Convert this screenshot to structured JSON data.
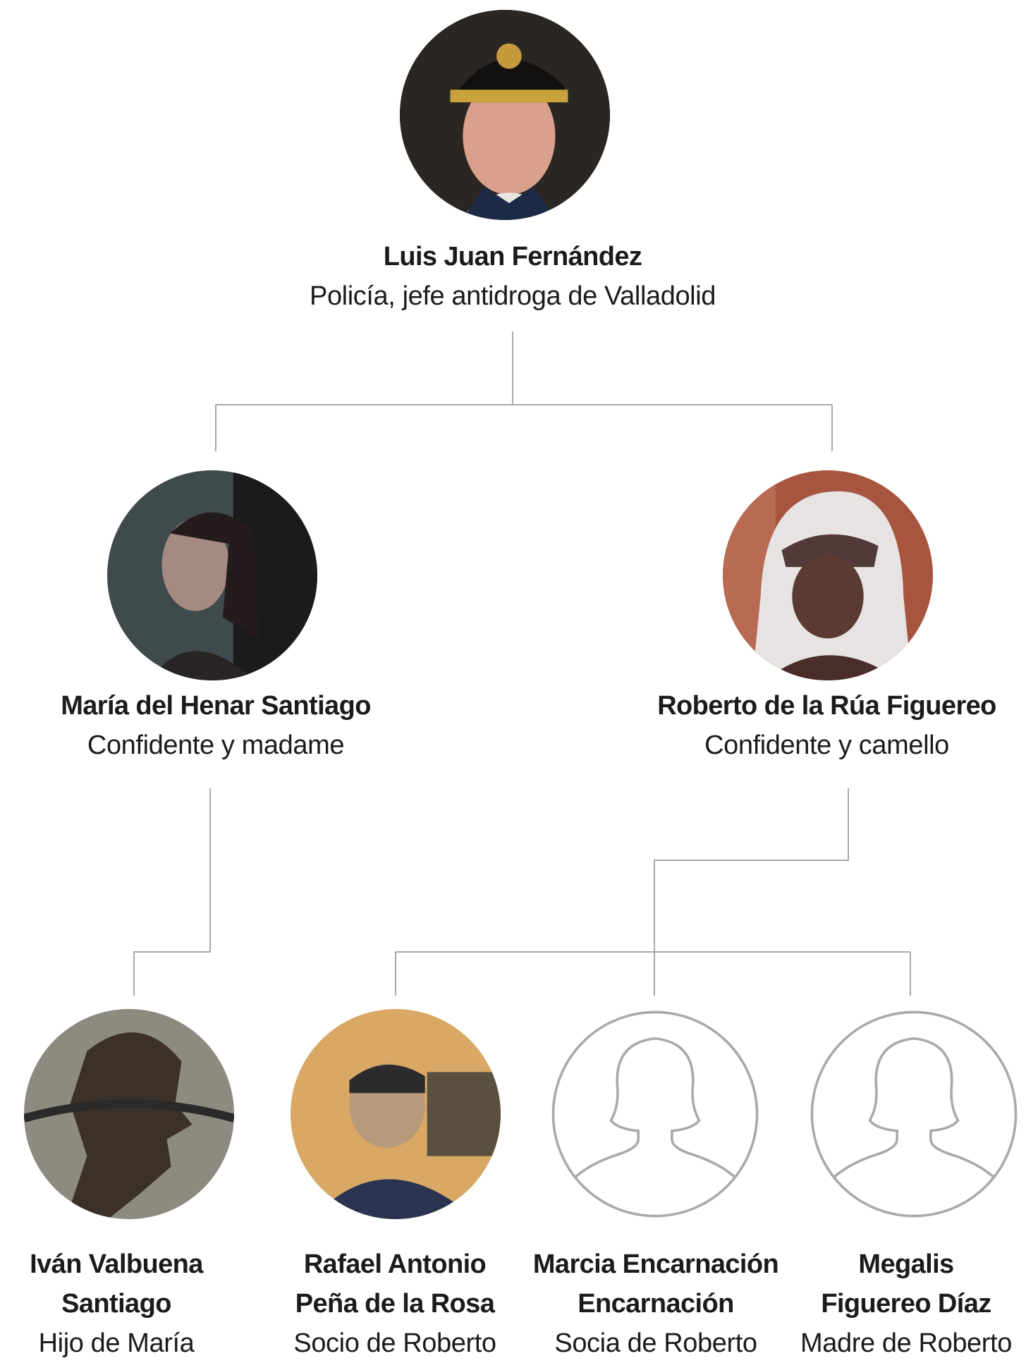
{
  "people": {
    "luis": {
      "name": "Luis Juan Fernández",
      "role": "Policía, jefe antidroga de Valladolid",
      "photo_icon": "police-officer-photo"
    },
    "maria": {
      "name": "María del Henar Santiago",
      "role": "Confidente y madame",
      "photo_icon": "woman-photo"
    },
    "roberto": {
      "name": "Roberto de la Rúa Figuereo",
      "role": "Confidente y camello",
      "photo_icon": "hooded-man-photo"
    },
    "ivan": {
      "name_line1": "Iván Valbuena",
      "name_line2": "Santiago",
      "role": "Hijo de María",
      "photo_icon": "silhouette-photo"
    },
    "rafael": {
      "name_line1": "Rafael Antonio",
      "name_line2": "Peña de la Rosa",
      "role": "Socio de Roberto",
      "photo_icon": "man-photo"
    },
    "marcia": {
      "name_line1": "Marcia Encarnación",
      "name_line2": "Encarnación",
      "role": "Socia de Roberto",
      "photo_icon": "female-placeholder-icon"
    },
    "megalis": {
      "name_line1": "Megalis",
      "name_line2": "Figuereo Díaz",
      "role": "Madre de Roberto",
      "photo_icon": "female-placeholder-icon"
    }
  },
  "colors": {
    "connector": "#a8a8a8",
    "placeholder_outline": "#a9a9a9",
    "text": "#1b1b1b"
  }
}
